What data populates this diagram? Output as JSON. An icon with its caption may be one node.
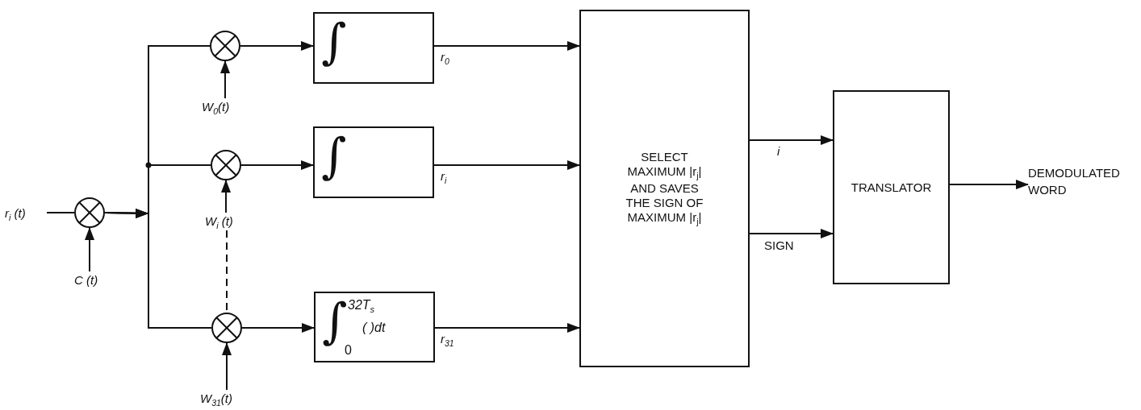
{
  "diagram": {
    "nodes": [
      {
        "text": [
          "r$_{i}$ (t)"
        ]
      },
      {
        "text": [],
        "shape": "circle"
      },
      {
        "text": [
          "C (t)"
        ]
      },
      {
        "text": [],
        "shape": "circle"
      },
      {
        "text": [
          "W$_{0}$(t)"
        ]
      },
      {
        "text": [],
        "shape": "circle"
      },
      {
        "text": [
          "W$_{i}$ (t)"
        ]
      },
      {
        "text": [],
        "shape": "circle"
      },
      {
        "text": [
          "W$_{31}$(t)"
        ]
      },
      {
        "text": [
          "∫"
        ]
      },
      {
        "text": [
          "∫"
        ]
      },
      {
        "text": [
          "∫",
          "32T$_{s}$",
          "( )dt",
          "0"
        ]
      },
      {
        "text": [
          "SELECT MAXIMUM |r$_{j}$| AND SAVES THE SIGN OF MAXIMUM |r$_{j}$|"
        ]
      },
      {
        "text": [
          "TRANSLATOR"
        ]
      },
      {
        "text": [
          "DEMODULATED WORD"
        ]
      }
    ],
    "edges": [
      {
        "from": 0,
        "to": 1,
        "arrow": "none"
      },
      {
        "from": 2,
        "to": 1,
        "arrow": "to"
      },
      {
        "from": 1,
        "to": 3,
        "arrow": "to"
      },
      {
        "from": 1,
        "to": 5,
        "arrow": "to"
      },
      {
        "from": 1,
        "to": 7,
        "arrow": "to"
      },
      {
        "from": 4,
        "to": 3,
        "arrow": "to"
      },
      {
        "from": 6,
        "to": 5,
        "arrow": "to"
      },
      {
        "from": 8,
        "to": 7,
        "arrow": "to"
      },
      {
        "from": 6,
        "to": 7,
        "arrow": "none",
        "style": "dashed"
      },
      {
        "from": 3,
        "to": 9,
        "arrow": "to"
      },
      {
        "from": 5,
        "to": 10,
        "arrow": "to"
      },
      {
        "from": 7,
        "to": 11,
        "arrow": "to"
      },
      {
        "from": 9,
        "to": 12,
        "arrow": "to",
        "label": "r$_{0}$"
      },
      {
        "from": 10,
        "to": 12,
        "arrow": "to",
        "label": "r$_{i}$"
      },
      {
        "from": 11,
        "to": 12,
        "arrow": "to",
        "label": "r$_{31}$"
      },
      {
        "from": 12,
        "to": 13,
        "arrow": "to",
        "label": "i"
      },
      {
        "from": 12,
        "to": 13,
        "arrow": "to",
        "label": "SIGN"
      },
      {
        "from": 13,
        "to": 14,
        "arrow": "to"
      }
    ]
  }
}
